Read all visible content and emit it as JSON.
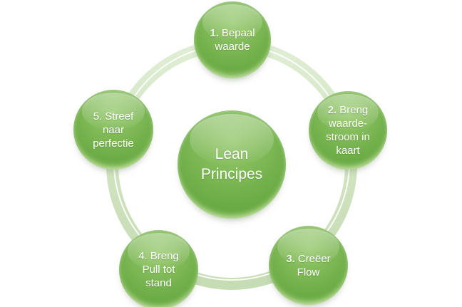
{
  "center": {
    "lines": [
      "Lean",
      "Principes"
    ]
  },
  "steps": [
    {
      "number": "1.",
      "first": "Bepaal",
      "rest_lines": [
        "waarde"
      ]
    },
    {
      "number": "2.",
      "first": "Breng",
      "rest_lines": [
        "waarde-",
        "stroom in",
        "kaart"
      ]
    },
    {
      "number": "3.",
      "first": "Creëer",
      "rest_lines": [
        "Flow"
      ]
    },
    {
      "number": "4.",
      "first": "Breng",
      "rest_lines": [
        "Pull tot",
        "stand"
      ]
    },
    {
      "number": "5.",
      "first": "Streef",
      "rest_lines": [
        "naar",
        "perfectie"
      ]
    }
  ],
  "colors": {
    "bubble_light": "#96c96e",
    "bubble_mid": "#73b14c",
    "bubble_dark": "#579437",
    "ring_band": "#cbe0ba",
    "ring_highlight": "#ffffff",
    "text": "#ffffff",
    "background": "#ffffff"
  }
}
